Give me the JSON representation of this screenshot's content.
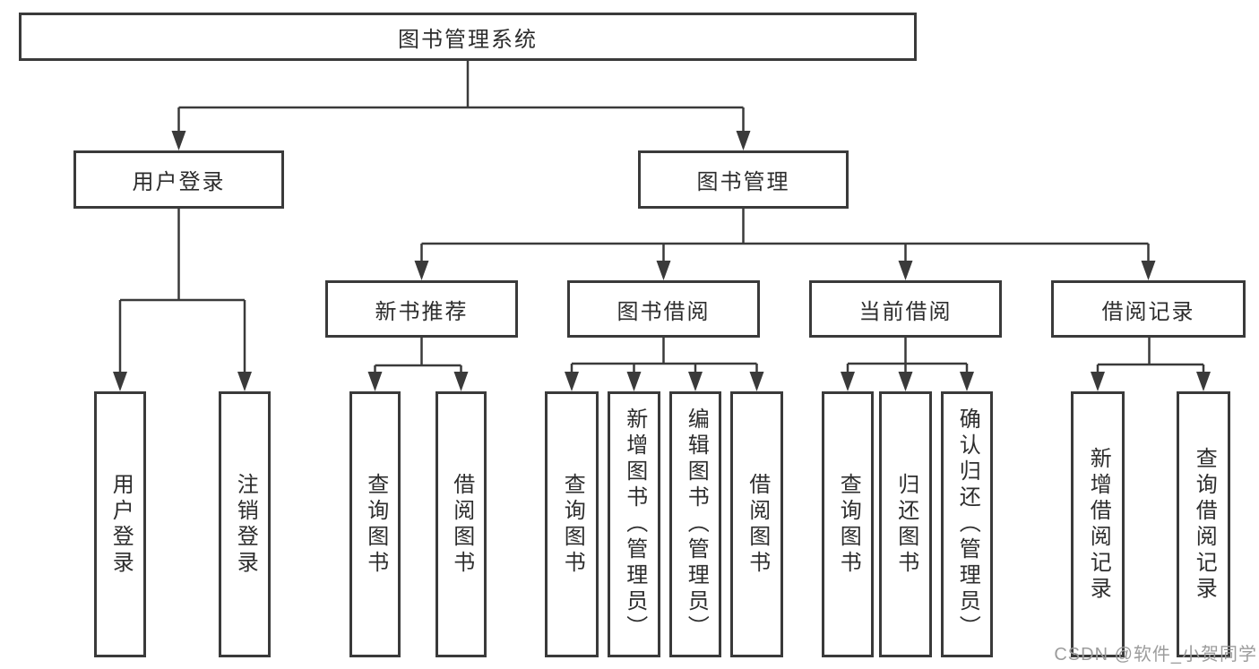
{
  "diagram": {
    "root": {
      "label": "图书管理系统"
    },
    "user_login": {
      "label": "用户登录",
      "children": [
        {
          "label": "用户登录"
        },
        {
          "label": "注销登录"
        }
      ]
    },
    "book_mgmt": {
      "label": "图书管理",
      "children": [
        {
          "label": "新书推荐",
          "children": [
            {
              "label": "查询图书"
            },
            {
              "label": "借阅图书"
            }
          ]
        },
        {
          "label": "图书借阅",
          "children": [
            {
              "label": "查询图书"
            },
            {
              "label": "新增图书（管理员）"
            },
            {
              "label": "编辑图书（管理员）"
            },
            {
              "label": "借阅图书"
            }
          ]
        },
        {
          "label": "当前借阅",
          "children": [
            {
              "label": "查询图书"
            },
            {
              "label": "归还图书"
            },
            {
              "label": "确认归还（管理员）"
            }
          ]
        },
        {
          "label": "借阅记录",
          "children": [
            {
              "label": "新增借阅记录"
            },
            {
              "label": "查询借阅记录"
            }
          ]
        }
      ]
    }
  },
  "watermark": {
    "text": "CSDN @软件_小贺同学"
  },
  "colors": {
    "line": "#3a3a3a",
    "box_border": "#3a3a3a",
    "text": "#2d2d2d",
    "watermark": "#9c9c9c",
    "background": "#ffffff"
  }
}
